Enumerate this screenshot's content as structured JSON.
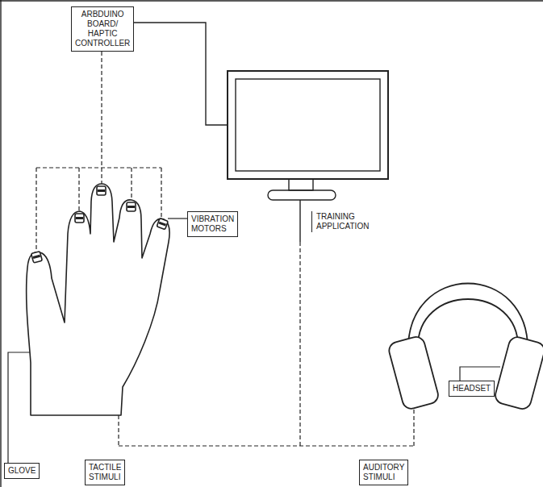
{
  "diagram": {
    "nodes": [
      {
        "text": [
          "ARBDUINO BOARD/ HAPTIC CONTROLLER"
        ]
      },
      {
        "text": [
          "VIBRATION MOTORS"
        ]
      },
      {
        "text": [
          "TRAINING APPLICATION"
        ]
      },
      {
        "text": [
          "GLOVE"
        ]
      },
      {
        "text": [
          "HEADSET"
        ]
      },
      {
        "text": [
          "TACTILE STIMULI"
        ]
      },
      {
        "text": [
          "AUDITORY STIMULI"
        ]
      }
    ]
  }
}
